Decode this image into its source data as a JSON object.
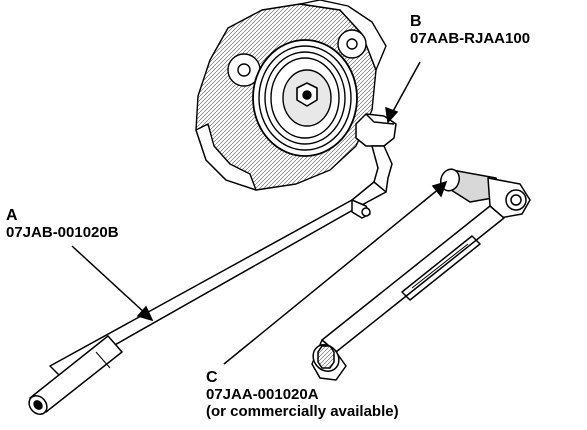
{
  "callouts": {
    "a": {
      "letter": "A",
      "part_number": "07JAB-001020B"
    },
    "b": {
      "letter": "B",
      "part_number": "07AAB-RJAA100"
    },
    "c": {
      "letter": "C",
      "part_number": "07JAA-001020A",
      "note": "(or commercially available)"
    }
  },
  "colors": {
    "ink": "#000000",
    "background": "#ffffff",
    "shade": "#bdbdbd"
  }
}
